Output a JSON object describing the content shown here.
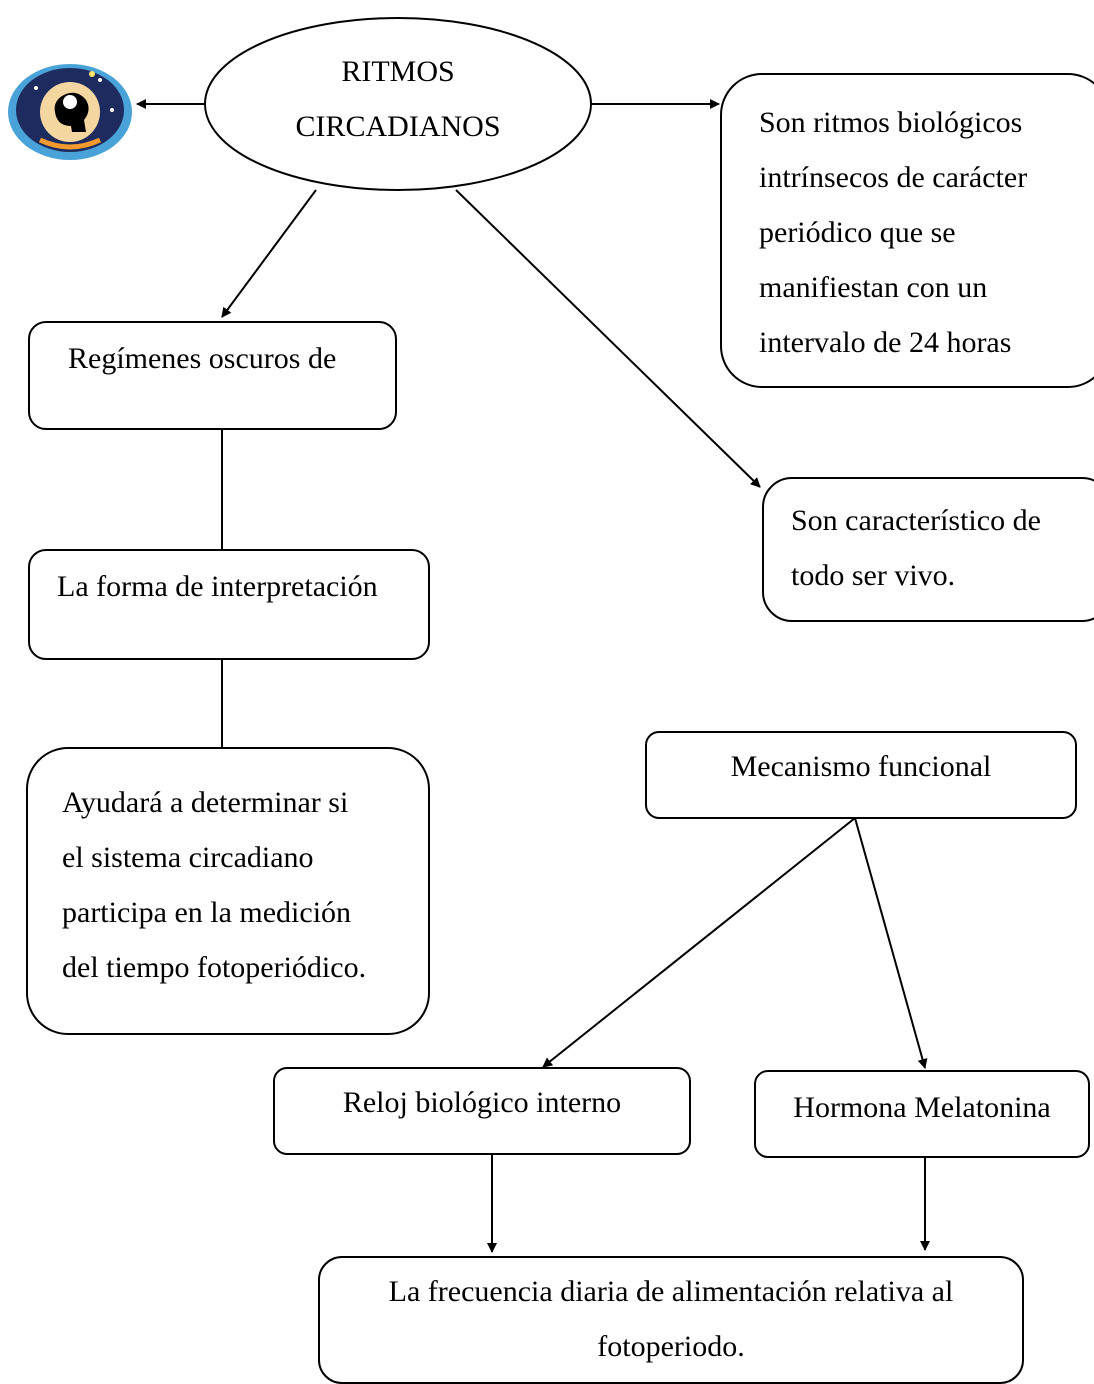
{
  "title": {
    "line1": "RITMOS",
    "line2": "CIRCADIANOS"
  },
  "definition": {
    "lines": [
      "Son ritmos biológicos",
      "intrínsecos de carácter",
      "periódico que se",
      "manifiestan con un",
      "intervalo de 24 horas"
    ]
  },
  "characteristic": {
    "lines": [
      "Son característico de",
      "todo ser vivo."
    ]
  },
  "regimes": {
    "label": "Regímenes oscuros de"
  },
  "interpretation": {
    "label": "La forma de interpretación"
  },
  "determine": {
    "lines": [
      "Ayudará a determinar si",
      "el sistema circadiano",
      "participa en la medición",
      "del tiempo fotoperiódico."
    ]
  },
  "mechanism": {
    "label": "Mecanismo funcional"
  },
  "clock": {
    "label": "Reloj biológico interno"
  },
  "hormone": {
    "label": "Hormona Melatonina"
  },
  "frequency": {
    "lines": [
      "La frecuencia diaria de alimentación relativa al",
      "fotoperiodo."
    ]
  },
  "icon": {
    "name": "circadian-head-icon"
  }
}
